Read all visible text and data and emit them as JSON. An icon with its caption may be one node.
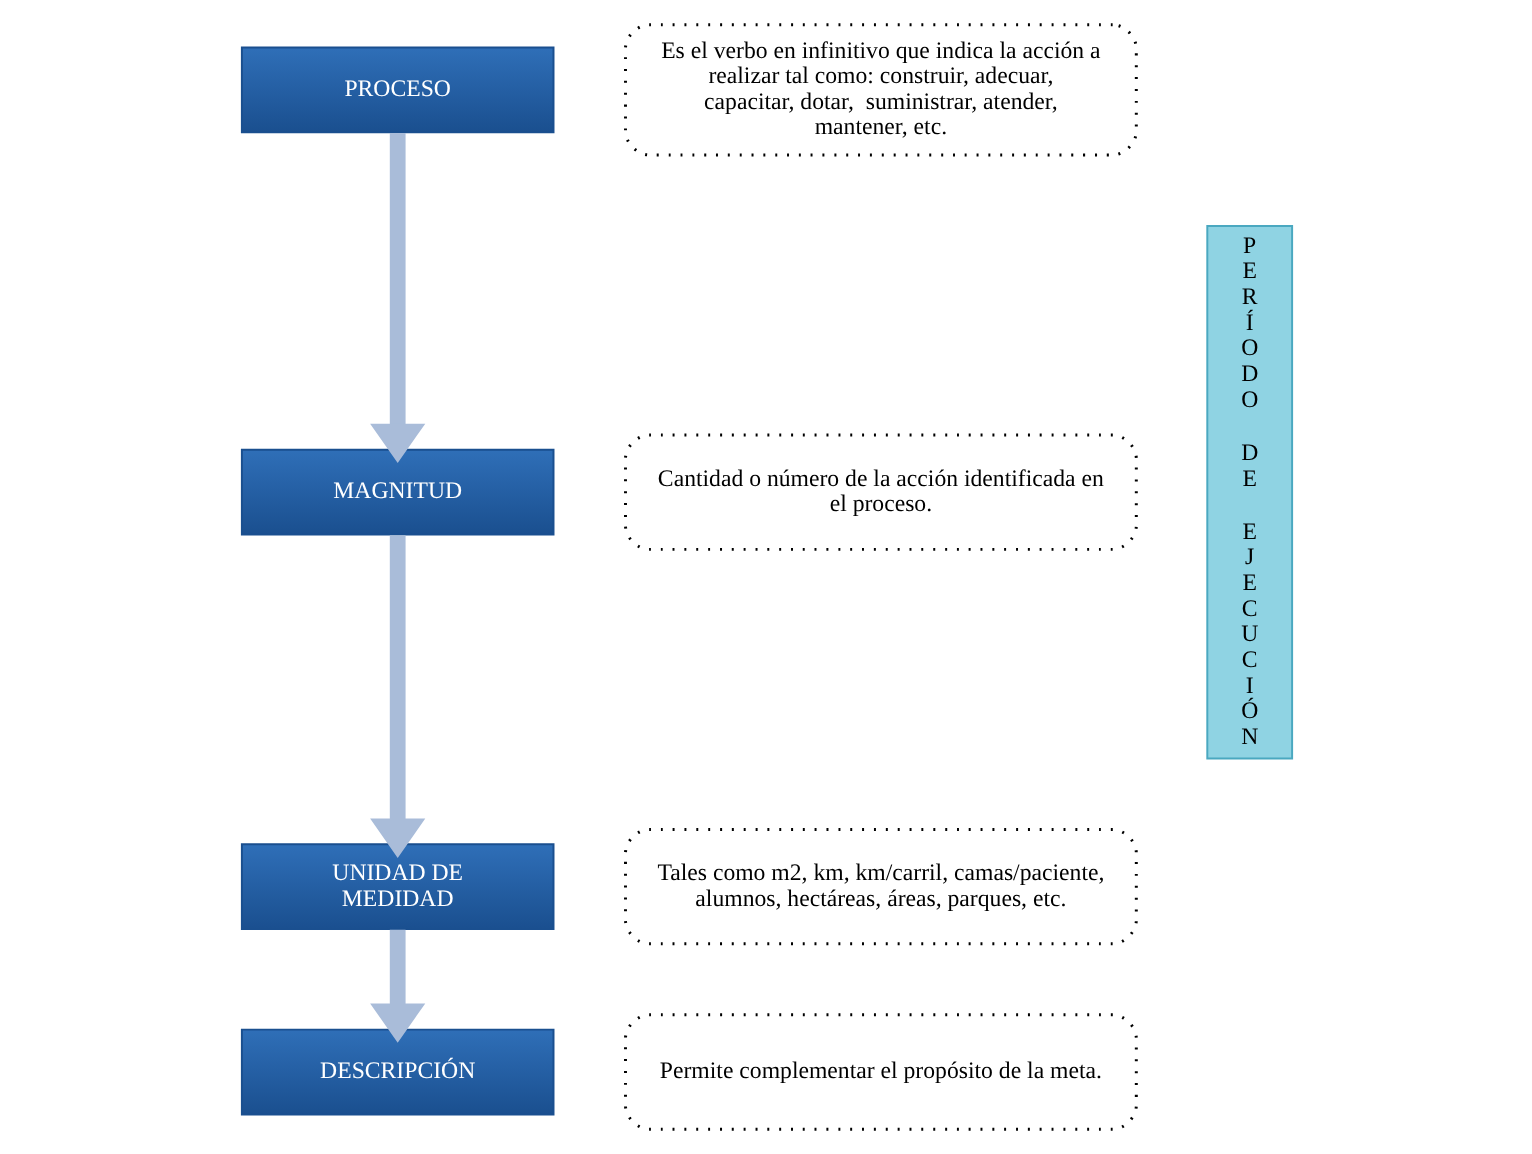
{
  "diagram": {
    "nodes": [
      {
        "text": [
          "PROCESO"
        ]
      },
      {
        "text": [
          "Es el verbo en infinitivo que indica la acción a realizar tal como: construir, adecuar, capacitar, dotar,  suministrar, atender, mantener, etc."
        ]
      },
      {
        "text": [
          "MAGNITUD"
        ]
      },
      {
        "text": [
          "Cantidad o número de la acción identificada en el proceso."
        ]
      },
      {
        "text": [
          "UNIDAD DE MEDIDAD"
        ]
      },
      {
        "text": [
          "Tales como m2, km, km/carril, camas/paciente, alumnos, hectáreas, áreas, parques, etc."
        ]
      },
      {
        "text": [
          "DESCRIPCIÓN"
        ]
      },
      {
        "text": [
          "Permite complementar el propósito de la meta."
        ]
      },
      {
        "text": [
          "PERÍODO DE EJECUCIÓN"
        ]
      }
    ],
    "edges": [
      {
        "from": 0,
        "to": 2,
        "arrow": "to"
      },
      {
        "from": 2,
        "to": 4,
        "arrow": "to"
      },
      {
        "from": 4,
        "to": 6,
        "arrow": "to"
      }
    ]
  }
}
